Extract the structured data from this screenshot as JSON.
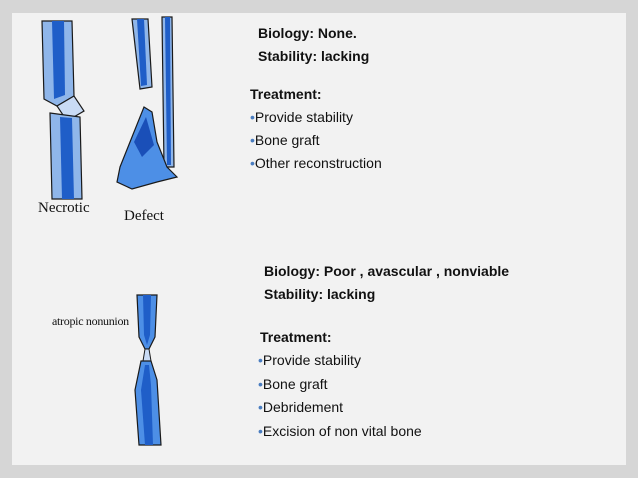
{
  "slide": {
    "top_case": {
      "figure_labels": {
        "left": "Necrotic",
        "right": "Defect"
      },
      "biology": "Biology: None.",
      "stability": "Stability: lacking",
      "treatment_title": "Treatment:",
      "bullet": "•",
      "items": [
        "Provide stability",
        "Bone graft",
        "Other reconstruction"
      ]
    },
    "bottom_case": {
      "figure_label": "atropic nonunion",
      "biology": "Biology: Poor , avascular , nonviable",
      "stability": "Stability: lacking",
      "treatment_title": "Treatment:",
      "bullet": "•",
      "items": [
        "Provide stability",
        "Bone graft",
        "Debridement",
        "Excision of non vital bone"
      ]
    },
    "colors": {
      "bone_fill": "#3f86e4",
      "bone_core": "#1f5ec8",
      "outline": "#1a1a1a",
      "bullet": "#4a7dc0",
      "background": "#f2f2f2"
    }
  }
}
